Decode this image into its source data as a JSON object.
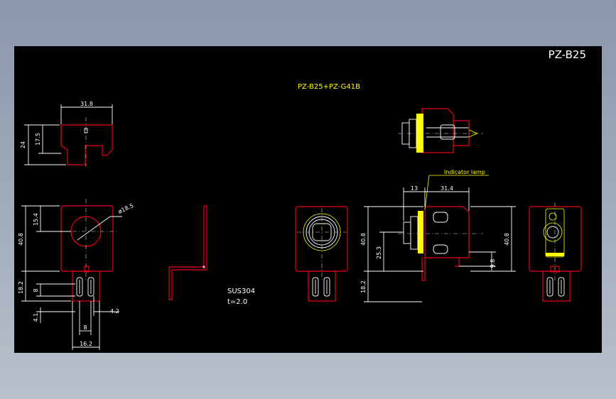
{
  "drawing": {
    "sheet_title": "PZ-B25",
    "assembly_title": "PZ-B25+PZ-G41B",
    "callout": "Indicator lamp",
    "material": "SUS304",
    "thickness": "t=2.0",
    "dims": {
      "d31_8": "31.8",
      "d24": "24",
      "d17_5": "17.5",
      "d40_8_left": "40.8",
      "d15_4": "15.4",
      "dia18_5": "ø18.5",
      "d18_2_left": "18.2",
      "d8_v": "8",
      "d4_1": "4.1",
      "d4_2": "4.2",
      "d8_h": "8",
      "d16_2": "16.2",
      "d13": "13",
      "d31_4": "31.4",
      "d40_8_mid": "40.8",
      "d25_3": "25.3",
      "d18_2_mid": "18.2",
      "d9_8": "9.8",
      "d40_8_right": "40.8"
    }
  },
  "colors": {
    "sheet": "#000000",
    "outline": "#e8001c",
    "dimension": "#ffffff",
    "text": "#ffff00",
    "highlight": "#ffff00",
    "backdrop": "#a2acbc"
  }
}
